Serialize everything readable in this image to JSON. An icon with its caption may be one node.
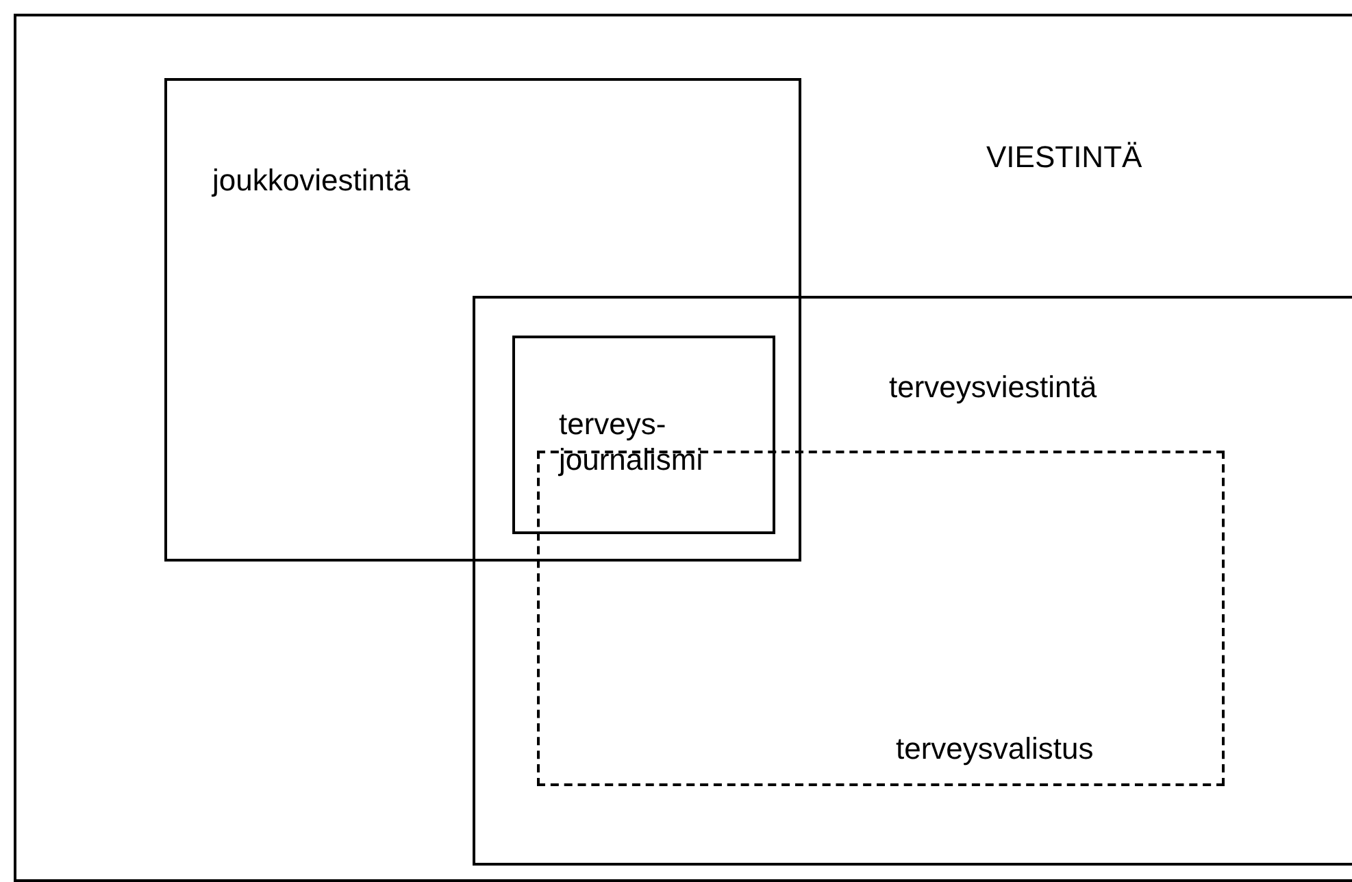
{
  "diagram": {
    "nodes": [
      {
        "text": [
          "VIESTINTÄ"
        ]
      },
      {
        "text": [
          "joukkoviestintä"
        ],
        "in": 0
      },
      {
        "text": [
          "terveysviestintä"
        ],
        "in": 0
      },
      {
        "text": [
          "terveys- journalismi"
        ]
      },
      {
        "text": [
          "terveysvalistus"
        ],
        "in": 2
      }
    ]
  }
}
